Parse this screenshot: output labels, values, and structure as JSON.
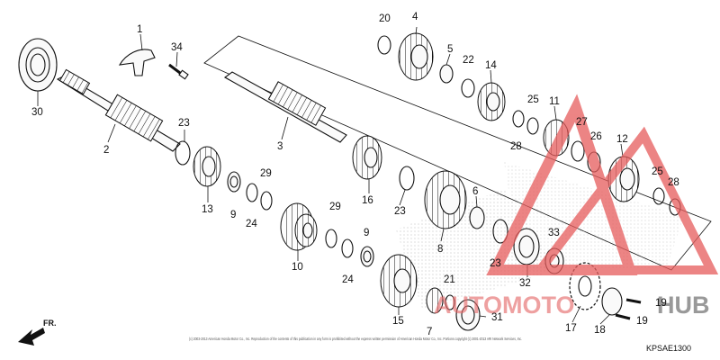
{
  "diagram": {
    "callouts": [
      {
        "id": "1",
        "label": "1"
      },
      {
        "id": "2",
        "label": "2"
      },
      {
        "id": "3",
        "label": "3"
      },
      {
        "id": "4",
        "label": "4"
      },
      {
        "id": "5",
        "label": "5"
      },
      {
        "id": "6",
        "label": "6"
      },
      {
        "id": "7",
        "label": "7"
      },
      {
        "id": "8",
        "label": "8"
      },
      {
        "id": "9a",
        "label": "9"
      },
      {
        "id": "9b",
        "label": "9"
      },
      {
        "id": "10",
        "label": "10"
      },
      {
        "id": "11",
        "label": "11"
      },
      {
        "id": "12",
        "label": "12"
      },
      {
        "id": "13",
        "label": "13"
      },
      {
        "id": "14",
        "label": "14"
      },
      {
        "id": "15",
        "label": "15"
      },
      {
        "id": "16",
        "label": "16"
      },
      {
        "id": "17",
        "label": "17"
      },
      {
        "id": "18",
        "label": "18"
      },
      {
        "id": "19a",
        "label": "19"
      },
      {
        "id": "19b",
        "label": "19"
      },
      {
        "id": "20",
        "label": "20"
      },
      {
        "id": "21",
        "label": "21"
      },
      {
        "id": "22",
        "label": "22"
      },
      {
        "id": "23a",
        "label": "23"
      },
      {
        "id": "23b",
        "label": "23"
      },
      {
        "id": "23c",
        "label": "23"
      },
      {
        "id": "24a",
        "label": "24"
      },
      {
        "id": "24b",
        "label": "24"
      },
      {
        "id": "25a",
        "label": "25"
      },
      {
        "id": "25b",
        "label": "25"
      },
      {
        "id": "26",
        "label": "26"
      },
      {
        "id": "27",
        "label": "27"
      },
      {
        "id": "28a",
        "label": "28"
      },
      {
        "id": "28b",
        "label": "28"
      },
      {
        "id": "29a",
        "label": "29"
      },
      {
        "id": "29b",
        "label": "29"
      },
      {
        "id": "30",
        "label": "30"
      },
      {
        "id": "31",
        "label": "31"
      },
      {
        "id": "32",
        "label": "32"
      },
      {
        "id": "33",
        "label": "33"
      },
      {
        "id": "34",
        "label": "34"
      }
    ],
    "diagram_code": "KPSAE1300",
    "front_label": "FR.",
    "copyright": "(c) 2003-2013 American Honda Motor Co., Inc. Reproduction of the contents of this publication in any form is prohibited without the express written permission of American Honda Motor Co., Inc. Portions copyright (c) 2001-2013 ARI Network Services, Inc.",
    "watermark": {
      "part1": "AUTOMOTO",
      "part2": "HUB",
      "accent_color": "#e65c5c",
      "dark_color": "#444444"
    }
  }
}
